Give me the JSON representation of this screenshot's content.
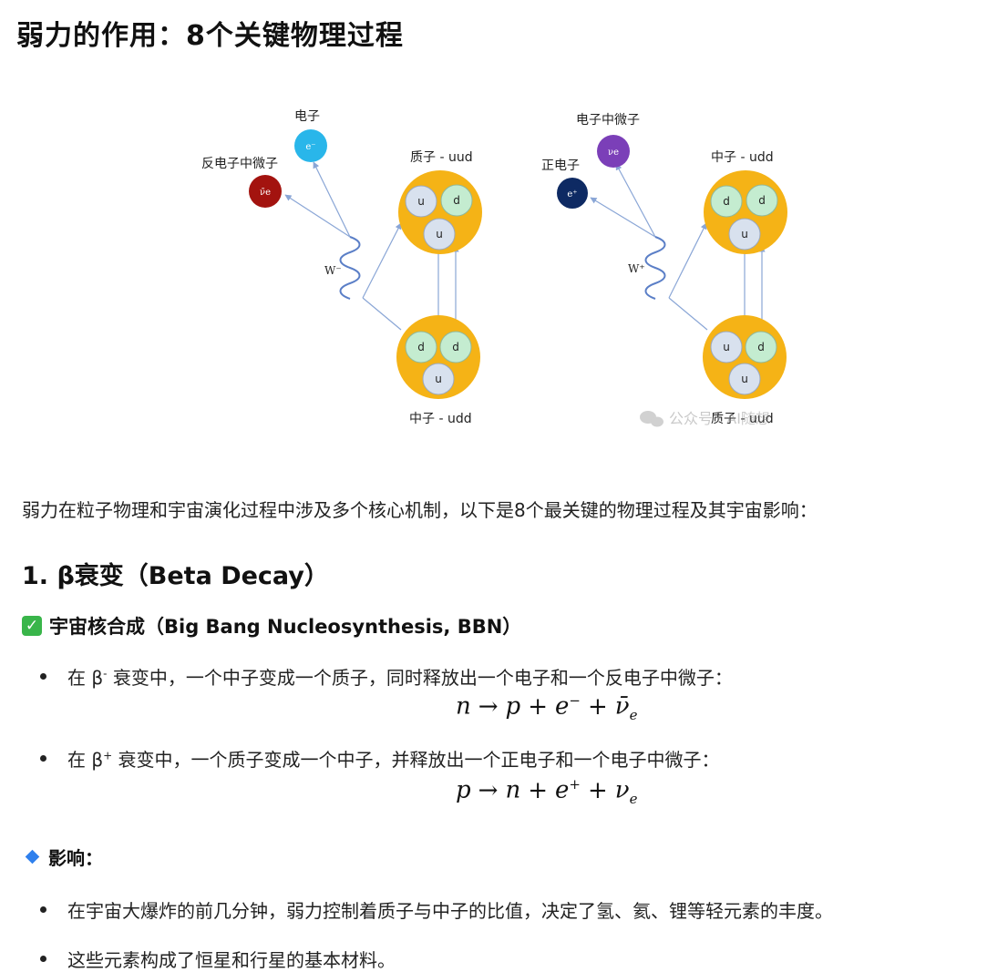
{
  "title": "弱力的作用：8个关键物理过程",
  "figure": {
    "left": {
      "electron_label": "电子",
      "electron_symbol": "e⁻",
      "antineutrino_label": "反电子中微子",
      "antineutrino_symbol": "ν̄e",
      "w_label": "W⁻",
      "top_nucleon_label": "质子 - uud",
      "top_quarks": [
        "u",
        "d",
        "u"
      ],
      "bottom_nucleon_label": "中子 - udd",
      "bottom_quarks": [
        "d",
        "d",
        "u"
      ]
    },
    "right": {
      "neutrino_label": "电子中微子",
      "neutrino_symbol": "νe",
      "positron_label": "正电子",
      "positron_symbol": "e⁺",
      "w_label": "W⁺",
      "top_nucleon_label": "中子 - udd",
      "top_quarks": [
        "d",
        "d",
        "u"
      ],
      "bottom_nucleon_label": "质子 - uud",
      "bottom_quarks": [
        "u",
        "d",
        "u"
      ]
    },
    "watermark": "公众号 · AI随想",
    "colors": {
      "nucleon": "#f5b316",
      "u_quark": "#d8e1ee",
      "d_quark": "#c4ecd0",
      "electron": "#29b6ea",
      "antineutrino": "#a3130f",
      "neutrino": "#7b3fb8",
      "positron": "#0e2a63",
      "arrow": "#8aa6d6"
    }
  },
  "intro": "弱力在粒子物理和宇宙演化过程中涉及多个核心机制，以下是8个最关键的物理过程及其宇宙影响：",
  "section": {
    "heading": "1. β衰变（Beta Decay）",
    "subheading": "宇宙核合成（Big Bang Nucleosynthesis, BBN）",
    "bullets": [
      {
        "pre": "在 β",
        "sup": "-",
        "post": " 衰变中，一个中子变成一个质子，同时释放出一个电子和一个反电子中微子："
      },
      {
        "pre": "在 β",
        "sup": "+",
        "post": " 衰变中，一个质子变成一个中子，并释放出一个正电子和一个电子中微子："
      }
    ],
    "equations": [
      {
        "a": "n",
        "arrow": "→",
        "b": "p",
        "plus1": "+",
        "c": "e",
        "c_sup": "−",
        "plus2": "+",
        "d": "ν̄",
        "d_sub": "e"
      },
      {
        "a": "p",
        "arrow": "→",
        "b": "n",
        "plus1": "+",
        "c": "e",
        "c_sup": "+",
        "plus2": "+",
        "d": "ν",
        "d_sub": "e"
      }
    ],
    "impact_heading": "影响：",
    "impact_bullets": [
      "在宇宙大爆炸的前几分钟，弱力控制着质子与中子的比值，决定了氢、氦、锂等轻元素的丰度。",
      "这些元素构成了恒星和行星的基本材料。"
    ]
  }
}
